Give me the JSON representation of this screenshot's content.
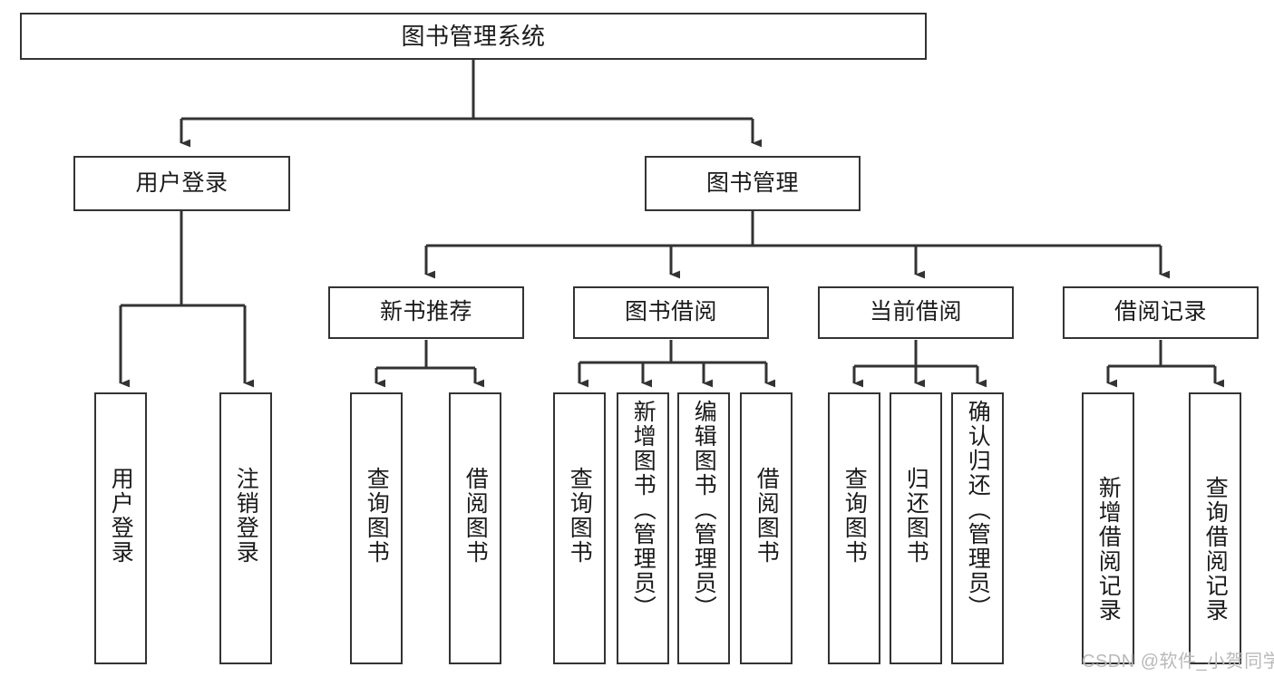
{
  "diagram": {
    "title": "图书管理系统",
    "type": "tree",
    "orientation": "top-down",
    "colors": {
      "box_stroke": "#333333",
      "box_fill": "#ffffff",
      "edge": "#333333",
      "text": "#1a1a1a",
      "watermark": "#b9b9b9",
      "background": "#ffffff"
    },
    "nodes": {
      "root": {
        "label": "图书管理系统"
      },
      "level1": [
        {
          "id": "user-login",
          "label": "用户登录"
        },
        {
          "id": "book-manage",
          "label": "图书管理"
        }
      ],
      "level2": [
        {
          "id": "new-book-recommend",
          "label": "新书推荐"
        },
        {
          "id": "book-borrow",
          "label": "图书借阅"
        },
        {
          "id": "current-borrow",
          "label": "当前借阅"
        },
        {
          "id": "borrow-record",
          "label": "借阅记录"
        }
      ],
      "leaves": {
        "user-login": [
          {
            "id": "leaf-user-login",
            "label": "用户登录"
          },
          {
            "id": "leaf-logout",
            "label": "注销登录"
          }
        ],
        "new-book-recommend": [
          {
            "id": "leaf-query-book-1",
            "label": "查询图书"
          },
          {
            "id": "leaf-borrow-book-1",
            "label": "借阅图书"
          }
        ],
        "book-borrow": [
          {
            "id": "leaf-query-book-2",
            "label": "查询图书"
          },
          {
            "id": "leaf-add-book",
            "label": "新增图书（管理员）"
          },
          {
            "id": "leaf-edit-book",
            "label": "编辑图书（管理员）"
          },
          {
            "id": "leaf-borrow-book-2",
            "label": "借阅图书"
          }
        ],
        "current-borrow": [
          {
            "id": "leaf-query-book-3",
            "label": "查询图书"
          },
          {
            "id": "leaf-return-book",
            "label": "归还图书"
          },
          {
            "id": "leaf-confirm-return",
            "label": "确认归还（管理员）"
          }
        ],
        "borrow-record": [
          {
            "id": "leaf-add-record",
            "label": "新增借阅记录"
          },
          {
            "id": "leaf-query-record",
            "label": "查询借阅记录"
          }
        ]
      }
    },
    "watermark": "CSDN @软件_小贺同学"
  }
}
